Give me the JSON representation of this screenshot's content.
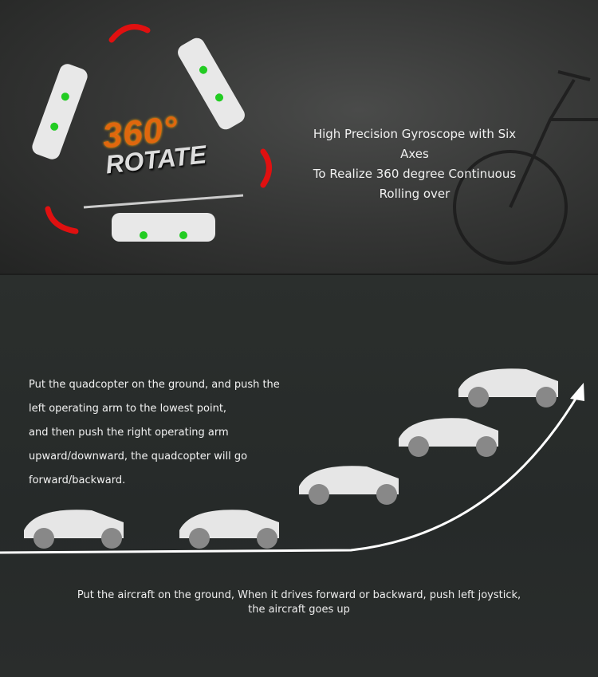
{
  "rotate_badge": {
    "number": "360°",
    "label": "ROTATE"
  },
  "gyro_text": {
    "line1": "High Precision Gyroscope with Six",
    "line2": "Axes",
    "line3": "To Realize 360 degree Continuous",
    "line4": "Rolling over"
  },
  "instructions": [
    "Put the quadcopter on the ground, and push the",
    "left operating arm to the lowest point,",
    "and then push the right operating arm",
    "upward/downward, the quadcopter will go",
    "forward/backward."
  ],
  "caption": {
    "line1": "Put the aircraft on the ground, When it drives forward or backward, push left joystick,",
    "line2": "the aircraft goes up"
  },
  "colors": {
    "arrow_red": "#e01010",
    "accent_orange": "#e0670e"
  }
}
